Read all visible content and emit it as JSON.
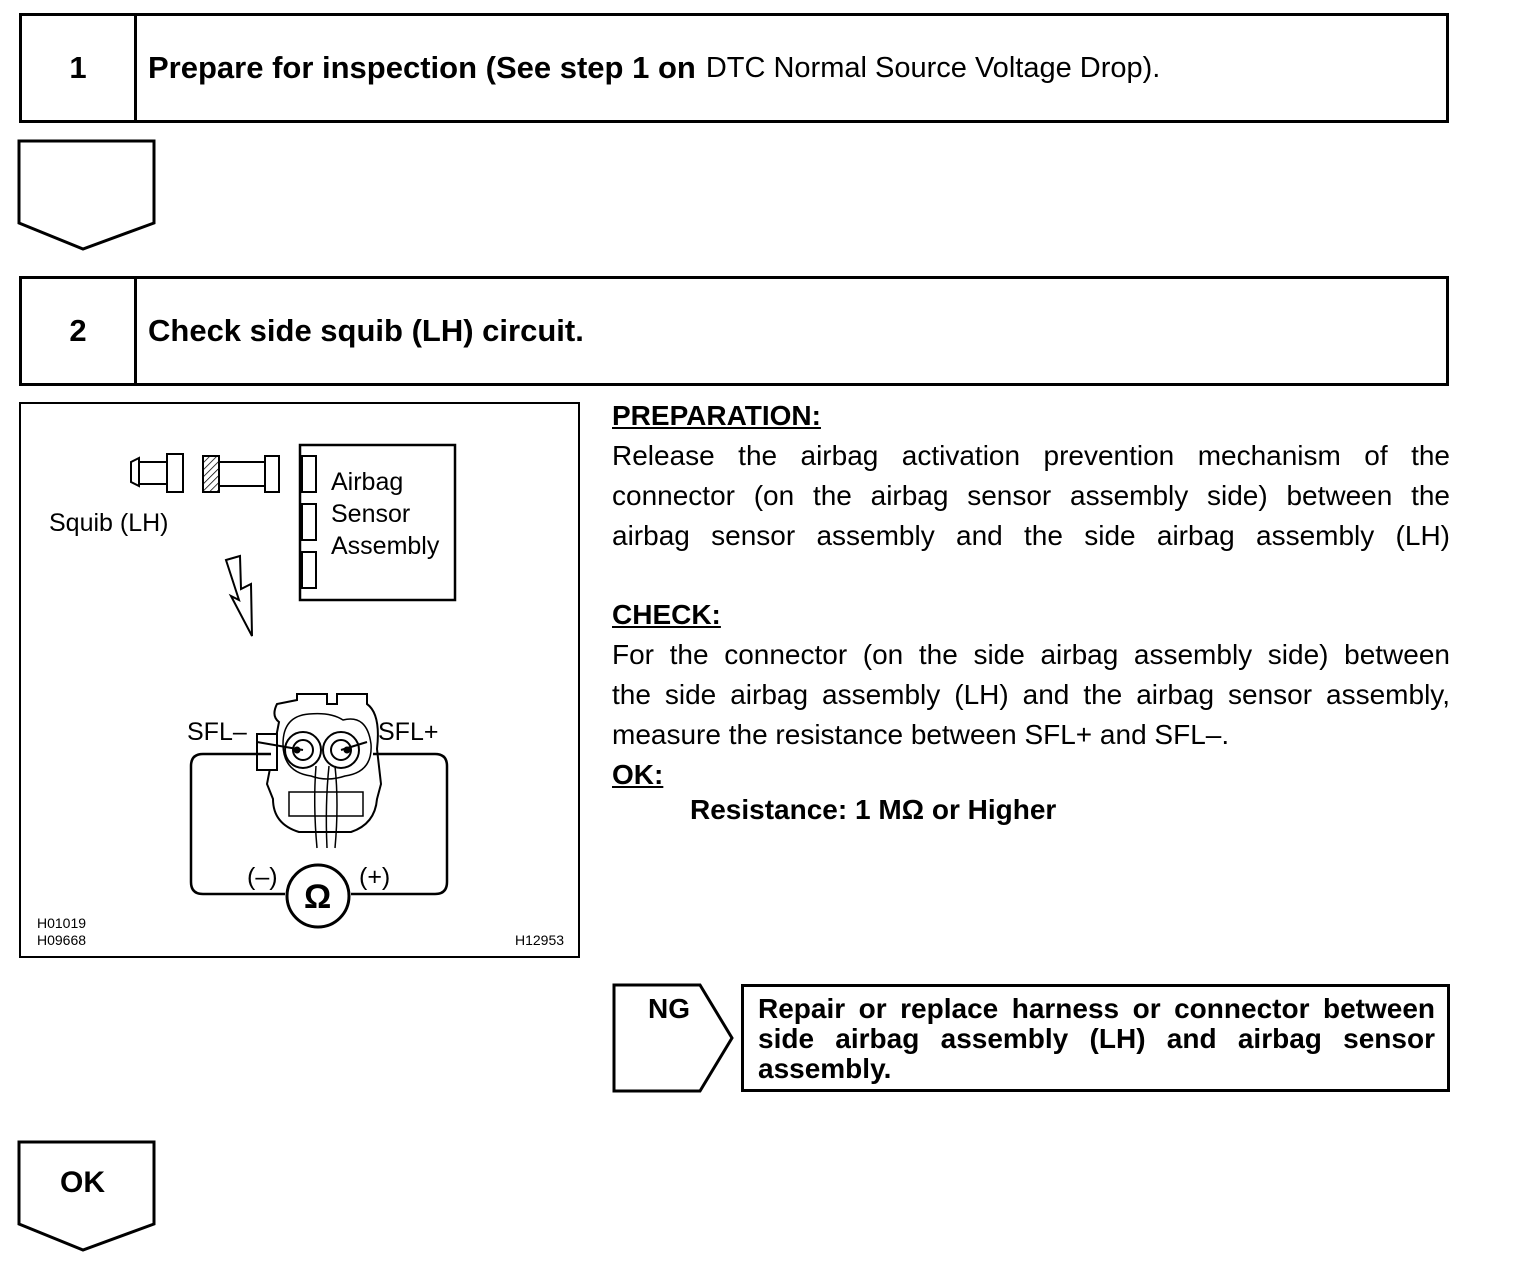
{
  "step1": {
    "number": "1",
    "title": "Prepare for inspection (See step 1 on",
    "reference": "DTC Normal Source Voltage Drop",
    "suffix": ")."
  },
  "step2": {
    "number": "2",
    "title": "Check side squib (LH) circuit."
  },
  "figure": {
    "label_squib": "Squib (LH)",
    "label_airbag": "Airbag",
    "label_sensor": "Sensor",
    "label_assembly": "Assembly",
    "label_sfl_minus": "SFL–",
    "label_sfl_plus": "SFL+",
    "label_minus": "(–)",
    "label_plus": "(+)",
    "ohm_symbol": "Ω",
    "code_1": "H01019",
    "code_2": "H09668",
    "code_3": "H12953"
  },
  "preparation": {
    "heading": "PREPARATION:",
    "line1": "Release the airbag activation prevention mechanism of the",
    "line2": "connector (on the airbag sensor assembly side) between the",
    "line3": "airbag sensor assembly and the side airbag assembly (LH)"
  },
  "check": {
    "heading": "CHECK:",
    "line1": "For the connector (on the side airbag assembly side) between",
    "line2": "the side airbag assembly (LH) and the airbag sensor assembly,",
    "line3": "measure the resistance between SFL+ and SFL–."
  },
  "ok": {
    "heading": "OK:",
    "spec": "Resistance: 1 MΩ or Higher"
  },
  "ng": {
    "label": "NG",
    "action": "Repair or replace harness or connector between side airbag assembly (LH) and airbag sensor assembly."
  },
  "ok_arrow": {
    "label": "OK"
  }
}
